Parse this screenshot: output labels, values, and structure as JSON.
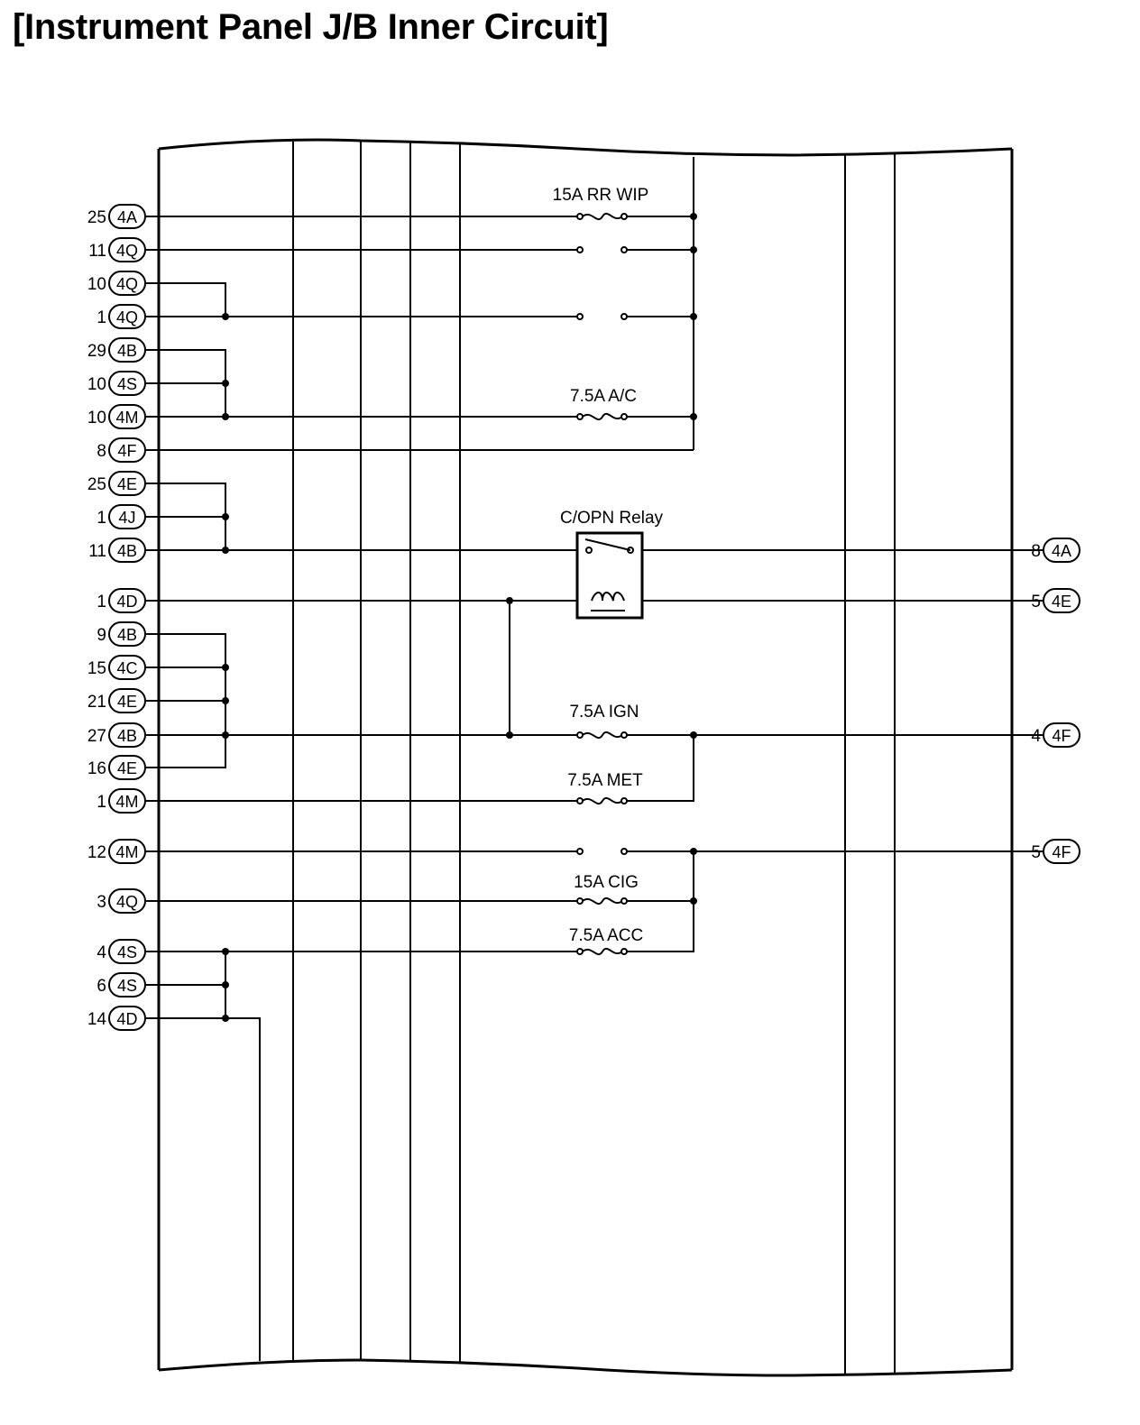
{
  "title": "[Instrument Panel J/B Inner Circuit]",
  "left_connectors": [
    {
      "pin": "25",
      "conn": "4A"
    },
    {
      "pin": "11",
      "conn": "4Q"
    },
    {
      "pin": "10",
      "conn": "4Q"
    },
    {
      "pin": "1",
      "conn": "4Q"
    },
    {
      "pin": "29",
      "conn": "4B"
    },
    {
      "pin": "10",
      "conn": "4S"
    },
    {
      "pin": "10",
      "conn": "4M"
    },
    {
      "pin": "8",
      "conn": "4F"
    },
    {
      "pin": "25",
      "conn": "4E"
    },
    {
      "pin": "1",
      "conn": "4J"
    },
    {
      "pin": "11",
      "conn": "4B"
    },
    {
      "pin": "1",
      "conn": "4D"
    },
    {
      "pin": "9",
      "conn": "4B"
    },
    {
      "pin": "15",
      "conn": "4C"
    },
    {
      "pin": "21",
      "conn": "4E"
    },
    {
      "pin": "27",
      "conn": "4B"
    },
    {
      "pin": "16",
      "conn": "4E"
    },
    {
      "pin": "1",
      "conn": "4M"
    },
    {
      "pin": "12",
      "conn": "4M"
    },
    {
      "pin": "3",
      "conn": "4Q"
    },
    {
      "pin": "4",
      "conn": "4S"
    },
    {
      "pin": "6",
      "conn": "4S"
    },
    {
      "pin": "14",
      "conn": "4D"
    }
  ],
  "right_connectors": [
    {
      "pin": "8",
      "conn": "4A"
    },
    {
      "pin": "5",
      "conn": "4E"
    },
    {
      "pin": "4",
      "conn": "4F"
    },
    {
      "pin": "5",
      "conn": "4F"
    }
  ],
  "components": {
    "fuse_rr_wip": "15A RR WIP",
    "fuse_ac": "7.5A A/C",
    "relay_copn": "C/OPN Relay",
    "fuse_ign": "7.5A IGN",
    "fuse_met": "7.5A MET",
    "fuse_cig": "15A CIG",
    "fuse_acc": "7.5A ACC"
  }
}
